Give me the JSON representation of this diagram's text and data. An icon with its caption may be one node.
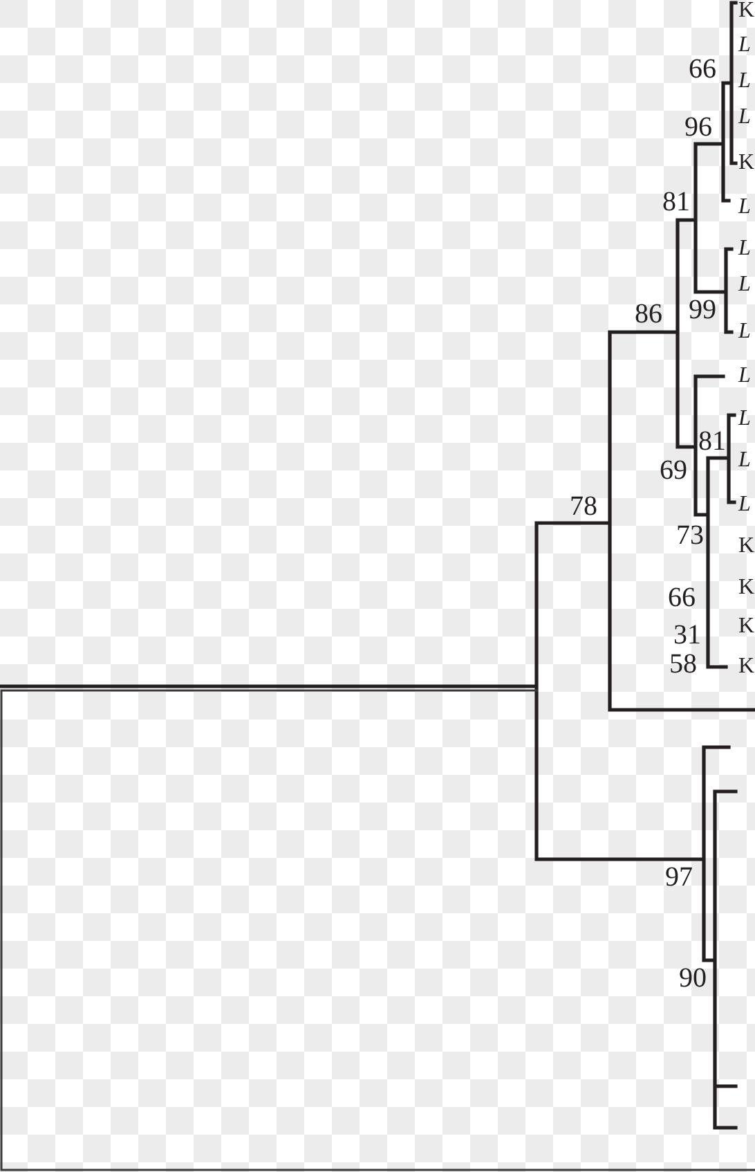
{
  "diagram": {
    "labels": [
      "K",
      "L",
      "66",
      "L",
      "L",
      "96",
      "K",
      "81",
      "L",
      "L",
      "L",
      "86",
      "99",
      "L",
      "L",
      "L",
      "81",
      "69",
      "L",
      "78",
      "L",
      "73",
      "K",
      "66",
      "K",
      "31",
      "K",
      "58",
      "K",
      "97",
      "90"
    ]
  }
}
